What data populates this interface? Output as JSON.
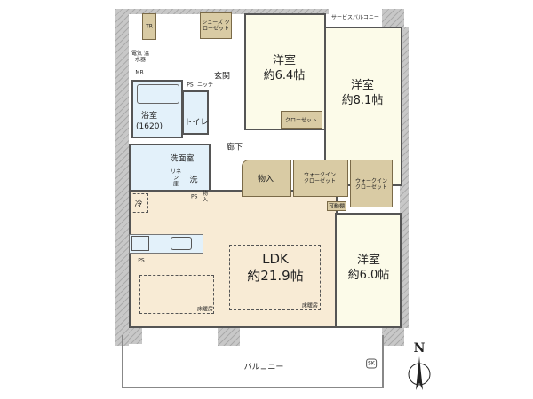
{
  "rooms": {
    "western1": {
      "name": "洋室",
      "size": "約6.4帖"
    },
    "western2": {
      "name": "洋室",
      "size": "約8.1帖"
    },
    "western3": {
      "name": "洋室",
      "size": "約6.0帖"
    },
    "ldk": {
      "name": "LDK",
      "size": "約21.9帖"
    },
    "bath": {
      "name": "浴室",
      "size": "(1620)"
    },
    "toilet": "トイレ",
    "entrance": "玄関",
    "hallway": "廊下",
    "washroom": "洗面室",
    "storage": "物入",
    "storage_small": "物入",
    "wic1": "ウォークイン クローゼット",
    "wic2": "ウォークイン クローゼット",
    "closet": "クローゼット",
    "shoes_closet": "シューズ クローゼット",
    "service_balcony": "サービスバルコニー",
    "balcony": "バルコニー"
  },
  "fixtures": {
    "tr": "TR",
    "water_heater": "電気 温水器",
    "mb": "MB",
    "ps1": "PS",
    "ps2": "PS",
    "ps3": "PS",
    "niche": "ニッチ",
    "linen": "リネン 庫",
    "washer": "洗",
    "fridge": "冷",
    "shelf": "可動棚",
    "floor_heat1": "床暖房",
    "floor_heat2": "床暖房",
    "sk": "SK"
  },
  "compass": {
    "label": "N"
  },
  "colors": {
    "closet": "#d9cba4",
    "room": "#fcfbe9",
    "wet": "#e3f1fa",
    "ldk": "#f8ebd5",
    "wall": "#b9b9b9"
  }
}
